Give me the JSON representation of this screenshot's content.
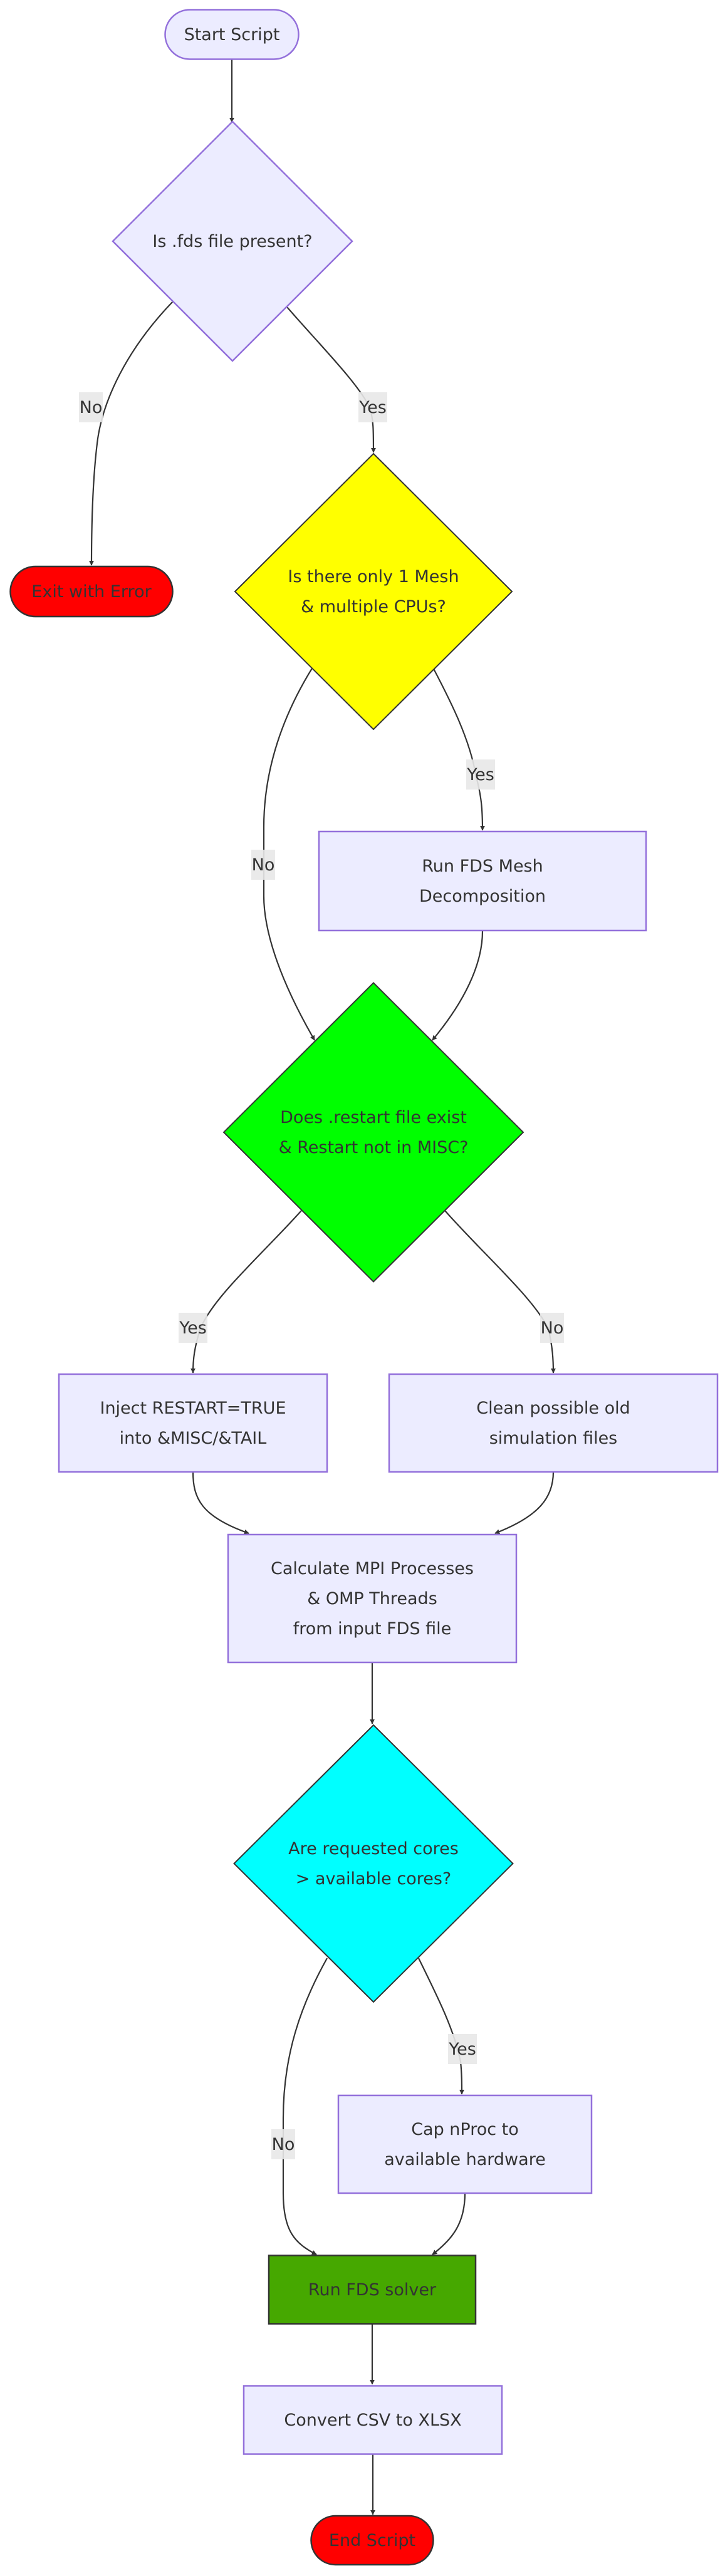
{
  "diagram": {
    "type": "flowchart",
    "direction": "top-down",
    "default_colors": {
      "node_fill": "#ececff",
      "node_stroke": "#9370db",
      "text": "#333333",
      "edge": "#333333",
      "edge_label_bg": "#e8e8e8"
    },
    "nodes": {
      "start": {
        "label": [
          "Start Script"
        ],
        "shape": "pill"
      },
      "fds_check": {
        "label": [
          "Is .fds file present?"
        ],
        "shape": "diamond"
      },
      "exit_error": {
        "label": [
          "Exit with Error"
        ],
        "shape": "pill",
        "fill": "#ff0000",
        "stroke": "#333333"
      },
      "mesh_check": {
        "label": [
          "Is there only 1 Mesh",
          "& multiple CPUs?"
        ],
        "shape": "diamond",
        "fill": "#ffff00",
        "stroke": "#333333"
      },
      "mesh_decomp": {
        "label": [
          "Run FDS Mesh",
          "Decomposition"
        ],
        "shape": "rect"
      },
      "restart_check": {
        "label": [
          "Does .restart file exist",
          "& Restart not in MISC?"
        ],
        "shape": "diamond",
        "fill": "#00ff00",
        "stroke": "#333333"
      },
      "inject_restart": {
        "label": [
          "Inject RESTART=TRUE",
          "into &MISC/&TAIL"
        ],
        "shape": "rect"
      },
      "clean_files": {
        "label": [
          "Clean possible old",
          "simulation files"
        ],
        "shape": "rect"
      },
      "calc_mpi": {
        "label": [
          "Calculate MPI Processes",
          "& OMP Threads",
          "from input FDS file"
        ],
        "shape": "rect"
      },
      "cores_check": {
        "label": [
          "Are requested cores",
          "> available cores?"
        ],
        "shape": "diamond",
        "fill": "#00ffff",
        "stroke": "#333333"
      },
      "cap_nproc": {
        "label": [
          "Cap nProc to",
          "available hardware"
        ],
        "shape": "rect"
      },
      "run_solver": {
        "label": [
          "Run FDS solver"
        ],
        "shape": "rect",
        "fill": "#46a800",
        "stroke": "#333333"
      },
      "convert_csv": {
        "label": [
          "Convert CSV to XLSX"
        ],
        "shape": "rect"
      },
      "end": {
        "label": [
          "End Script"
        ],
        "shape": "pill",
        "fill": "#ff0000",
        "stroke": "#333333"
      }
    },
    "edges": [
      {
        "from": "start",
        "to": "fds_check",
        "label": ""
      },
      {
        "from": "fds_check",
        "to": "exit_error",
        "label": "No"
      },
      {
        "from": "fds_check",
        "to": "mesh_check",
        "label": "Yes"
      },
      {
        "from": "mesh_check",
        "to": "mesh_decomp",
        "label": "Yes"
      },
      {
        "from": "mesh_check",
        "to": "restart_check",
        "label": "No"
      },
      {
        "from": "mesh_decomp",
        "to": "restart_check",
        "label": ""
      },
      {
        "from": "restart_check",
        "to": "inject_restart",
        "label": "Yes"
      },
      {
        "from": "restart_check",
        "to": "clean_files",
        "label": "No"
      },
      {
        "from": "inject_restart",
        "to": "calc_mpi",
        "label": ""
      },
      {
        "from": "clean_files",
        "to": "calc_mpi",
        "label": ""
      },
      {
        "from": "calc_mpi",
        "to": "cores_check",
        "label": ""
      },
      {
        "from": "cores_check",
        "to": "cap_nproc",
        "label": "Yes"
      },
      {
        "from": "cores_check",
        "to": "run_solver",
        "label": "No"
      },
      {
        "from": "cap_nproc",
        "to": "run_solver",
        "label": ""
      },
      {
        "from": "run_solver",
        "to": "convert_csv",
        "label": ""
      },
      {
        "from": "convert_csv",
        "to": "end",
        "label": ""
      }
    ]
  }
}
